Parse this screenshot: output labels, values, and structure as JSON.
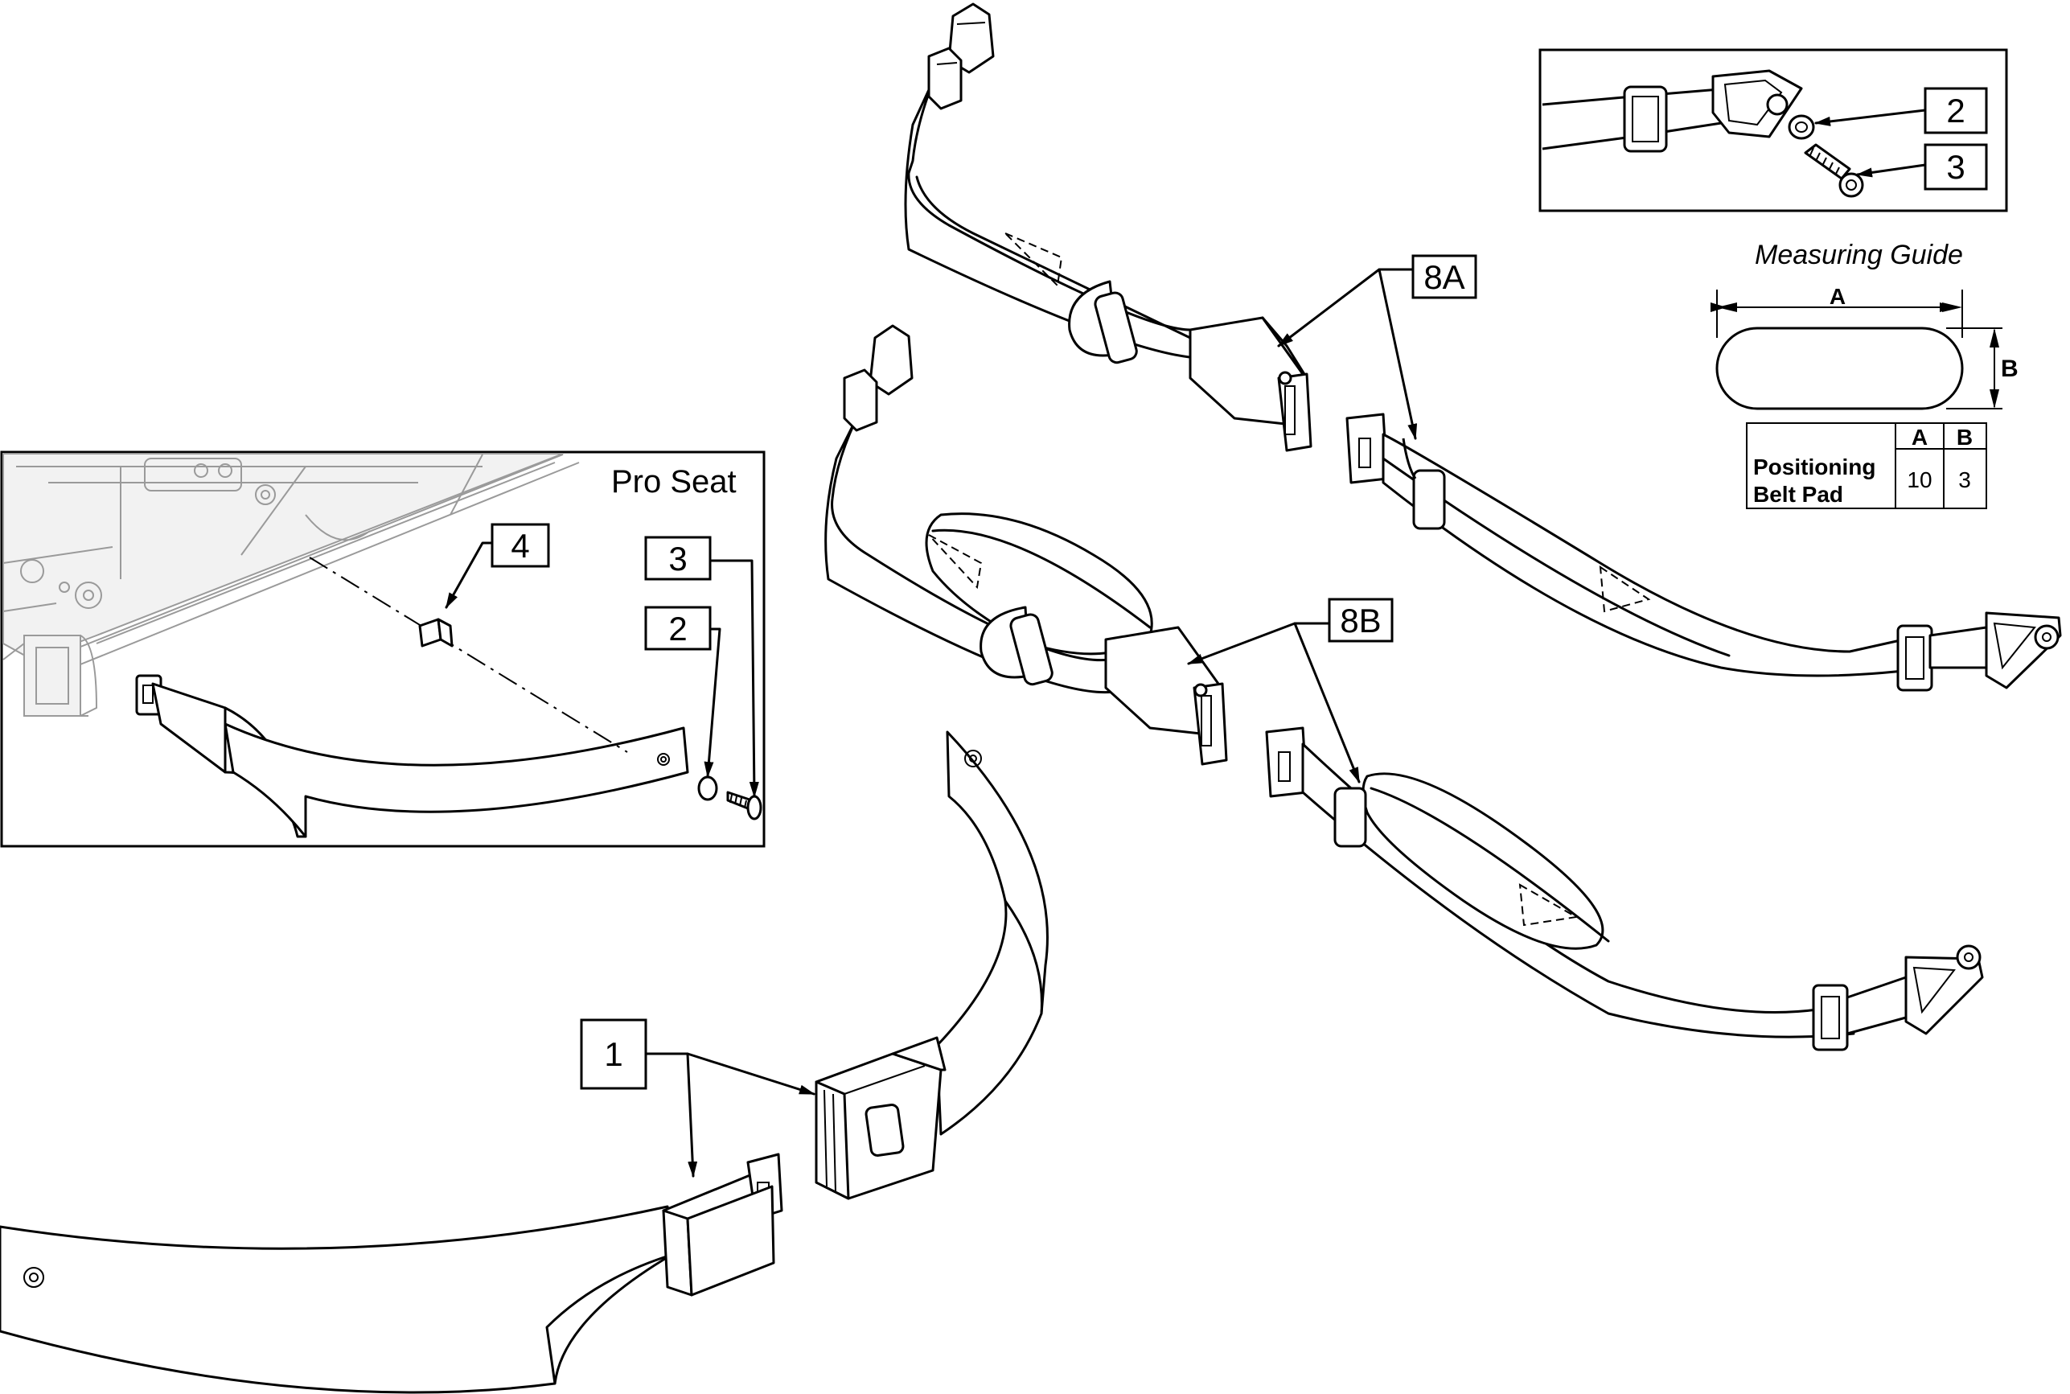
{
  "inset_title": "Pro Seat",
  "callouts": {
    "c1": "1",
    "c2_inset": "2",
    "c3_inset": "3",
    "c4": "4",
    "c8a": "8A",
    "c8b": "8B",
    "c2_detail": "2",
    "c3_detail": "3"
  },
  "measuring_guide": {
    "title": "Measuring Guide",
    "dim_a": "A",
    "dim_b": "B",
    "table": {
      "col_a": "A",
      "col_b": "B",
      "row_label_line1": "Positioning",
      "row_label_line2": "Belt Pad",
      "value_a": "10",
      "value_b": "3"
    }
  }
}
